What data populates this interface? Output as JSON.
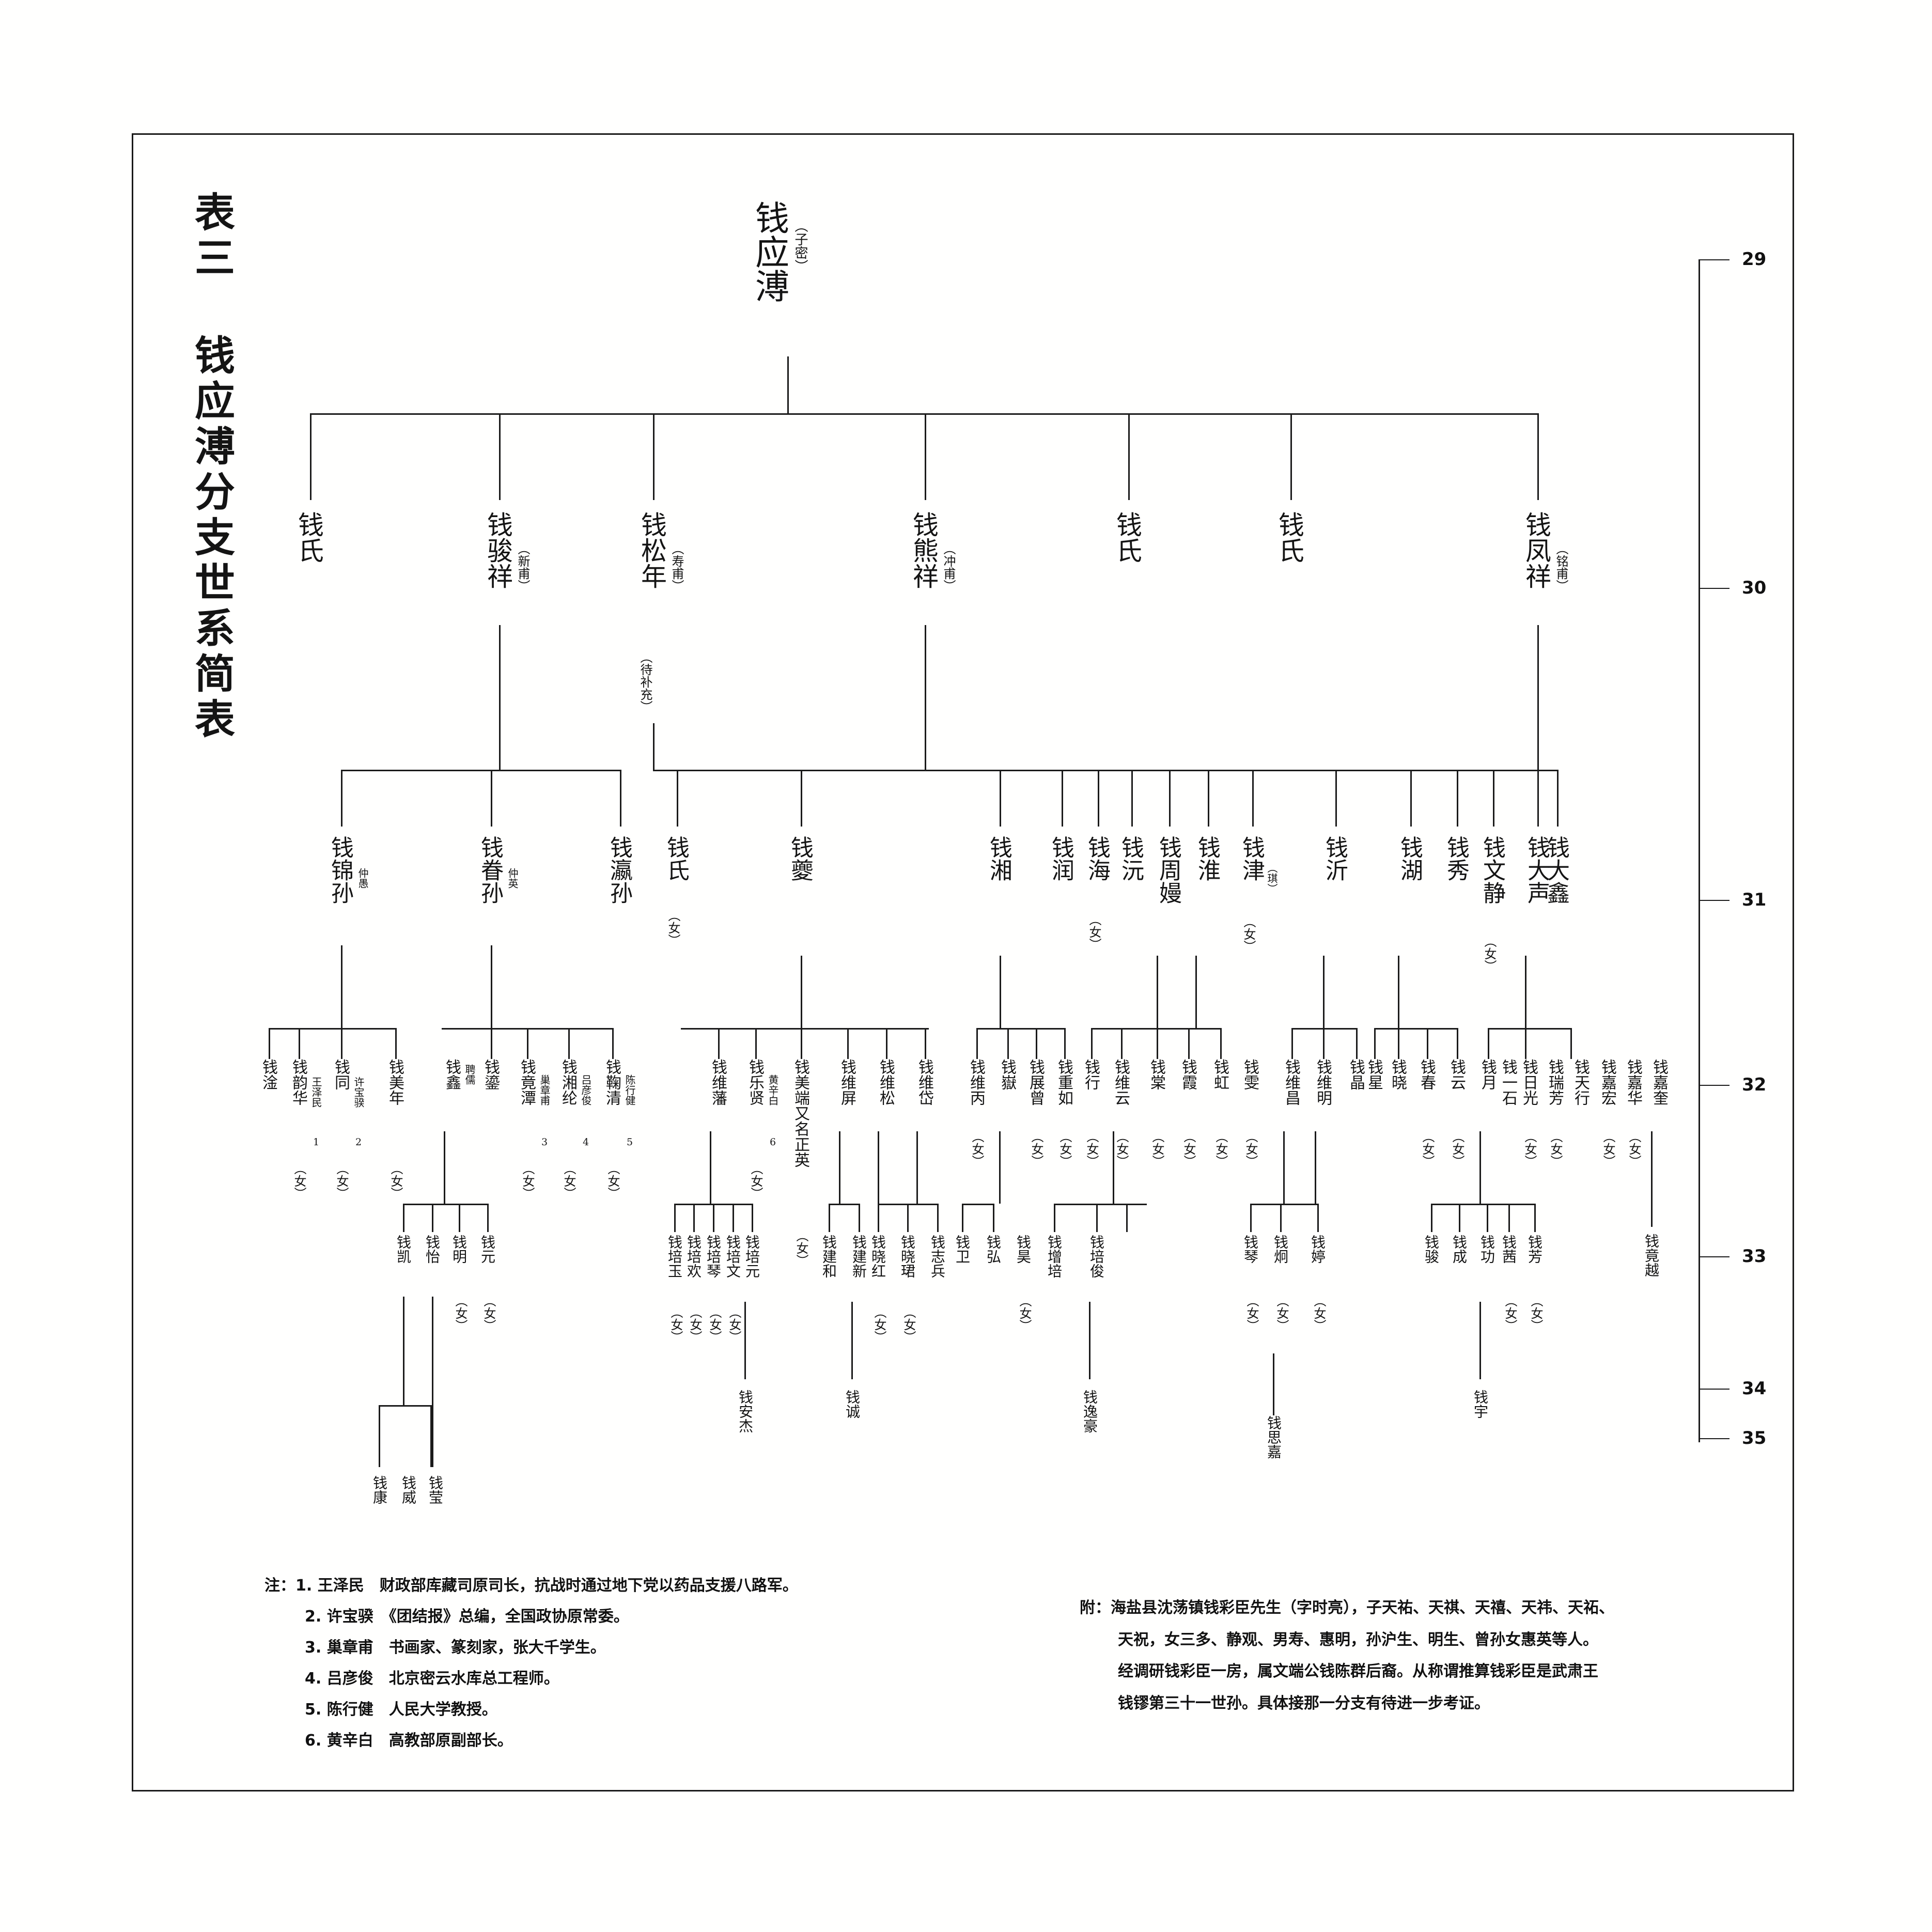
{
  "title": "表三  钱应溥分支世系简表",
  "generation_scale": [
    "29",
    "30",
    "31",
    "32",
    "33",
    "34",
    "35"
  ],
  "root": {
    "name": "钱应溥",
    "alias": "（子密）"
  },
  "gen30": [
    {
      "name": "钱氏",
      "alias": ""
    },
    {
      "name": "钱骏祥",
      "alias": "（新甫）"
    },
    {
      "name": "钱松年",
      "alias": "（寿甫）",
      "alias2": "（待补充）"
    },
    {
      "name": "钱熊祥",
      "alias": "（冲甫）"
    },
    {
      "name": "钱氏",
      "alias": ""
    },
    {
      "name": "钱氏",
      "alias": ""
    },
    {
      "name": "钱凤祥",
      "alias": "（铭甫）"
    }
  ],
  "gen31": [
    {
      "name": "钱锦孙",
      "alias": "仲愚"
    },
    {
      "name": "钱眷孙",
      "alias": "仲英"
    },
    {
      "name": "钱瀛孙",
      "alias": ""
    },
    {
      "name": "钱氏",
      "alias": "（女）"
    },
    {
      "name": "钱夔",
      "alias": ""
    },
    {
      "name": "钱湘",
      "alias": ""
    },
    {
      "name": "钱润",
      "alias": ""
    },
    {
      "name": "钱海",
      "alias": "（女）"
    },
    {
      "name": "钱沅",
      "alias": ""
    },
    {
      "name": "钱周嫚",
      "alias": ""
    },
    {
      "name": "钱淮",
      "alias": ""
    },
    {
      "name": "钱津",
      "alias": "（琪）",
      "alias2": "（女）"
    },
    {
      "name": "钱沂",
      "alias": ""
    },
    {
      "name": "钱湖",
      "alias": ""
    },
    {
      "name": "钱秀",
      "alias": ""
    },
    {
      "name": "钱文静",
      "alias": "（女）"
    },
    {
      "name": "钱大声",
      "alias": ""
    },
    {
      "name": "钱大鑫",
      "alias": ""
    }
  ],
  "gen32": [
    {
      "name": "钱淦",
      "alias": "",
      "spouse": "",
      "note": ""
    },
    {
      "name": "钱韵华",
      "alias": "（女）",
      "spouse": "王泽民",
      "note": "1"
    },
    {
      "name": "钱同",
      "alias": "（女）",
      "spouse": "许宝骙",
      "note": "2"
    },
    {
      "name": "钱美年",
      "alias": "（女）",
      "spouse": "",
      "note": ""
    },
    {
      "name": "钱鑫",
      "alias": "",
      "spouse": "聘儒",
      "note": ""
    },
    {
      "name": "钱鎏",
      "alias": "",
      "spouse": "",
      "note": ""
    },
    {
      "name": "钱竟潭",
      "alias": "（女）",
      "spouse": "巢章甫",
      "note": "3"
    },
    {
      "name": "钱湘纶",
      "alias": "（女）",
      "spouse": "吕彦俊",
      "note": "4"
    },
    {
      "name": "钱鞠清",
      "alias": "（女）",
      "spouse": "陈行健",
      "note": "5"
    },
    {
      "name": "钱维藩",
      "alias": "",
      "spouse": "",
      "note": ""
    },
    {
      "name": "钱乐贤",
      "alias": "（女）",
      "spouse": "黄辛白",
      "note": "6"
    },
    {
      "name": "钱美端又名正英",
      "alias": "（女）",
      "spouse": "",
      "note": ""
    },
    {
      "name": "钱维屏",
      "alias": "",
      "spouse": "",
      "note": ""
    },
    {
      "name": "钱维松",
      "alias": "",
      "spouse": "",
      "note": ""
    },
    {
      "name": "钱维岱",
      "alias": "",
      "spouse": "",
      "note": ""
    },
    {
      "name": "钱维丙",
      "alias": "（女）",
      "spouse": "",
      "note": ""
    },
    {
      "name": "钱嶽",
      "alias": "",
      "spouse": "",
      "note": ""
    },
    {
      "name": "钱展曾",
      "alias": "（女）",
      "spouse": "",
      "note": ""
    },
    {
      "name": "钱重如",
      "alias": "（女）",
      "spouse": "",
      "note": ""
    },
    {
      "name": "钱行",
      "alias": "（女）",
      "spouse": "",
      "note": ""
    },
    {
      "name": "钱维云",
      "alias": "（女）",
      "spouse": "",
      "note": ""
    },
    {
      "name": "钱棠",
      "alias": "（女）",
      "spouse": "",
      "note": ""
    },
    {
      "name": "钱霞",
      "alias": "（女）",
      "spouse": "",
      "note": ""
    },
    {
      "name": "钱虹",
      "alias": "（女）",
      "spouse": "",
      "note": ""
    },
    {
      "name": "钱雯",
      "alias": "（女）",
      "spouse": "",
      "note": ""
    },
    {
      "name": "钱维昌",
      "alias": "",
      "spouse": "",
      "note": ""
    },
    {
      "name": "钱维明",
      "alias": "",
      "spouse": "",
      "note": ""
    },
    {
      "name": "钱晶",
      "alias": "",
      "spouse": "",
      "note": ""
    },
    {
      "name": "钱星",
      "alias": "",
      "spouse": "",
      "note": ""
    },
    {
      "name": "钱晓",
      "alias": "",
      "spouse": "",
      "note": ""
    },
    {
      "name": "钱春",
      "alias": "（女）",
      "spouse": "",
      "note": ""
    },
    {
      "name": "钱云",
      "alias": "（女）",
      "spouse": "",
      "note": ""
    },
    {
      "name": "钱月",
      "alias": "",
      "spouse": "",
      "note": ""
    },
    {
      "name": "钱一石",
      "alias": "",
      "spouse": "",
      "note": ""
    },
    {
      "name": "钱日光",
      "alias": "（女）",
      "spouse": "",
      "note": ""
    },
    {
      "name": "钱瑞芳",
      "alias": "（女）",
      "spouse": "",
      "note": ""
    },
    {
      "name": "钱天行",
      "alias": "",
      "spouse": "",
      "note": ""
    },
    {
      "name": "钱嘉宏",
      "alias": "（女）",
      "spouse": "",
      "note": ""
    },
    {
      "name": "钱嘉华",
      "alias": "（女）",
      "spouse": "",
      "note": ""
    },
    {
      "name": "钱嘉奎",
      "alias": "",
      "spouse": "",
      "note": ""
    }
  ],
  "gen33": [
    {
      "name": "钱凯",
      "alias": ""
    },
    {
      "name": "钱怡",
      "alias": ""
    },
    {
      "name": "钱明",
      "alias": "（女）"
    },
    {
      "name": "钱元",
      "alias": "（女）"
    },
    {
      "name": "钱培玉",
      "alias": "（女）"
    },
    {
      "name": "钱培欢",
      "alias": "（女）"
    },
    {
      "name": "钱培琴",
      "alias": "（女）"
    },
    {
      "name": "钱培文",
      "alias": "（女）"
    },
    {
      "name": "钱培元",
      "alias": ""
    },
    {
      "name": "钱建和",
      "alias": ""
    },
    {
      "name": "钱建新",
      "alias": ""
    },
    {
      "name": "钱晓红",
      "alias": "（女）"
    },
    {
      "name": "钱晓珺",
      "alias": "（女）"
    },
    {
      "name": "钱志兵",
      "alias": ""
    },
    {
      "name": "钱卫",
      "alias": ""
    },
    {
      "name": "钱弘",
      "alias": ""
    },
    {
      "name": "钱昊",
      "alias": "（女）"
    },
    {
      "name": "钱增培",
      "alias": ""
    },
    {
      "name": "钱培俊",
      "alias": ""
    },
    {
      "name": "钱琴",
      "alias": "（女）"
    },
    {
      "name": "钱炯",
      "alias": "（女）"
    },
    {
      "name": "钱婷",
      "alias": "（女）"
    },
    {
      "name": "钱骏",
      "alias": ""
    },
    {
      "name": "钱成",
      "alias": ""
    },
    {
      "name": "钱功",
      "alias": ""
    },
    {
      "name": "钱茜",
      "alias": "（女）"
    },
    {
      "name": "钱芳",
      "alias": "（女）"
    },
    {
      "name": "钱竟越",
      "alias": ""
    },
    {
      "name": "钱安杰",
      "alias": ""
    },
    {
      "name": "钱诚",
      "alias": ""
    },
    {
      "name": "钱逸豪",
      "alias": ""
    },
    {
      "name": "钱思嘉",
      "alias": ""
    },
    {
      "name": "钱宇",
      "alias": ""
    }
  ],
  "gen34": [
    {
      "name": "钱康",
      "alias": ""
    },
    {
      "name": "钱威",
      "alias": ""
    },
    {
      "name": "钱莹",
      "alias": ""
    }
  ],
  "notes": {
    "label": "注：",
    "items": [
      "1. 王泽民　财政部库藏司原司长，抗战时通过地下党以药品支援八路军。",
      "2. 许宝骙　《团结报》总编，全国政协原常委。",
      "3. 巢章甫　书画家、篆刻家，张大千学生。",
      "4. 吕彦俊　北京密云水库总工程师。",
      "5. 陈行健　人民大学教授。",
      "6. 黄辛白　高教部原副部长。"
    ]
  },
  "appendix": {
    "label": "附：",
    "lines": [
      "海盐县沈荡镇钱彩臣先生（字时亮），子天祐、天祺、天禧、天祎、天祏、",
      "天祝，女三多、静观、男寿、惠明，孙沪生、明生、曾孙女惠英等人。",
      "经调研钱彩臣一房，属文端公钱陈群后裔。从称谓推算钱彩臣是武肃王",
      "钱镠第三十一世孙。具体接那一分支有待进一步考证。"
    ]
  }
}
